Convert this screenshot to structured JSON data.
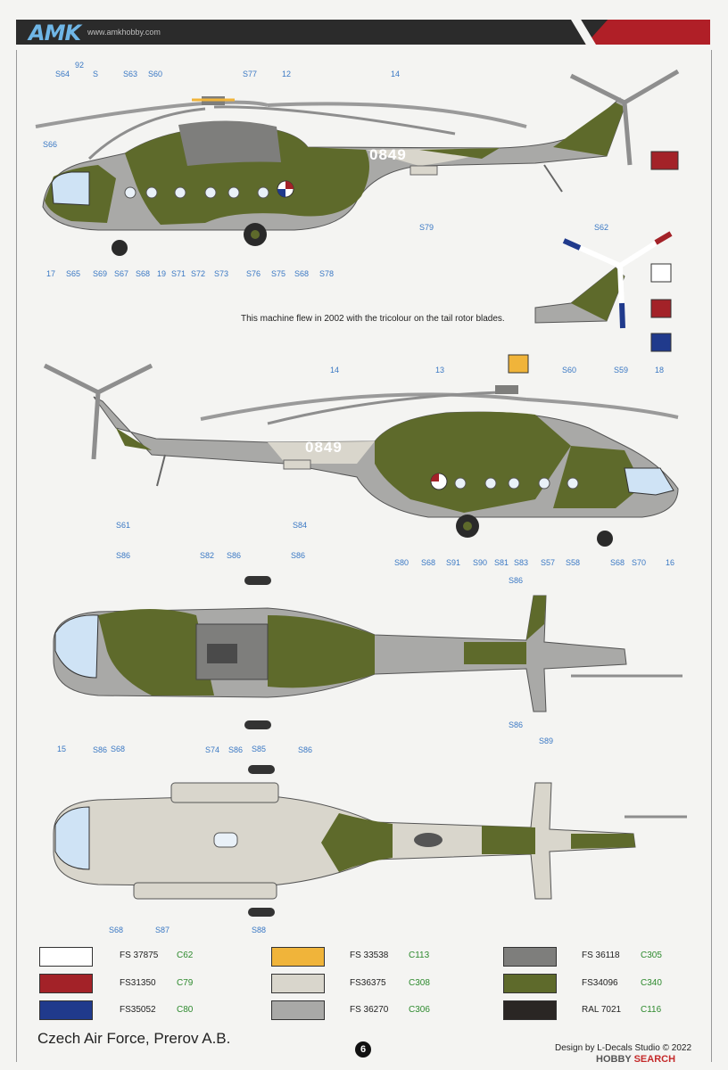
{
  "header": {
    "logo": "AMK",
    "url": "www.amkhobby.com"
  },
  "callouts": {
    "v1_top": [
      "S64",
      "92",
      "S",
      "S63",
      "S60",
      "S77",
      "12",
      "14"
    ],
    "v1_left": [
      "S66"
    ],
    "v1_right": [
      "S79",
      "S62"
    ],
    "v1_bottom": [
      "17",
      "S65",
      "S69",
      "S67",
      "S68",
      "19",
      "S71",
      "S72",
      "S73",
      "S76",
      "S75",
      "S68",
      "S78"
    ],
    "v2_top": [
      "14",
      "13",
      "S60",
      "S59",
      "18"
    ],
    "v2_mid": [
      "S61",
      "S84"
    ],
    "v2_bottom": [
      "S80",
      "S68",
      "S91",
      "S90",
      "S81",
      "S83",
      "S57",
      "S58",
      "S68",
      "S70",
      "16"
    ],
    "v3": [
      "S86",
      "S82",
      "S86",
      "S86",
      "S86",
      "S86",
      "S74",
      "S86",
      "S86",
      "S86"
    ],
    "v4": [
      "15",
      "S68",
      "S89",
      "S68",
      "S85",
      "S87",
      "S88"
    ]
  },
  "serial": "0849",
  "note": "This machine flew in 2002 with the tricolour on the tail rotor blades.",
  "colors": {
    "white": "#ffffff",
    "red": "#a32228",
    "blue": "#203a8c",
    "yellow": "#f0b43a",
    "lightgrey": "#d9d6cc",
    "midgrey": "#a9a9a7",
    "grey": "#7e7e7c",
    "green": "#5e6a2b",
    "dark": "#2a2624"
  },
  "legend": [
    {
      "fs": "FS 37875",
      "code": "C62",
      "color": "#ffffff"
    },
    {
      "fs": "FS31350",
      "code": "C79",
      "color": "#a32228"
    },
    {
      "fs": "FS35052",
      "code": "C80",
      "color": "#203a8c"
    },
    {
      "fs": "FS 33538",
      "code": "C113",
      "color": "#f0b43a"
    },
    {
      "fs": "FS36375",
      "code": "C308",
      "color": "#d9d6cc"
    },
    {
      "fs": "FS 36270",
      "code": "C306",
      "color": "#a9a9a7"
    },
    {
      "fs": "FS 36118",
      "code": "C305",
      "color": "#7e7e7c"
    },
    {
      "fs": "FS34096",
      "code": "C340",
      "color": "#5e6a2b"
    },
    {
      "fs": "RAL 7021",
      "code": "C116",
      "color": "#2a2624"
    }
  ],
  "footer": {
    "caption": "Czech Air Force, Prerov A.B.",
    "page": "6",
    "design": "Design by L-Decals Studio © 2022",
    "hobby_a": "HOBBY",
    "hobby_b": "SEARCH"
  }
}
